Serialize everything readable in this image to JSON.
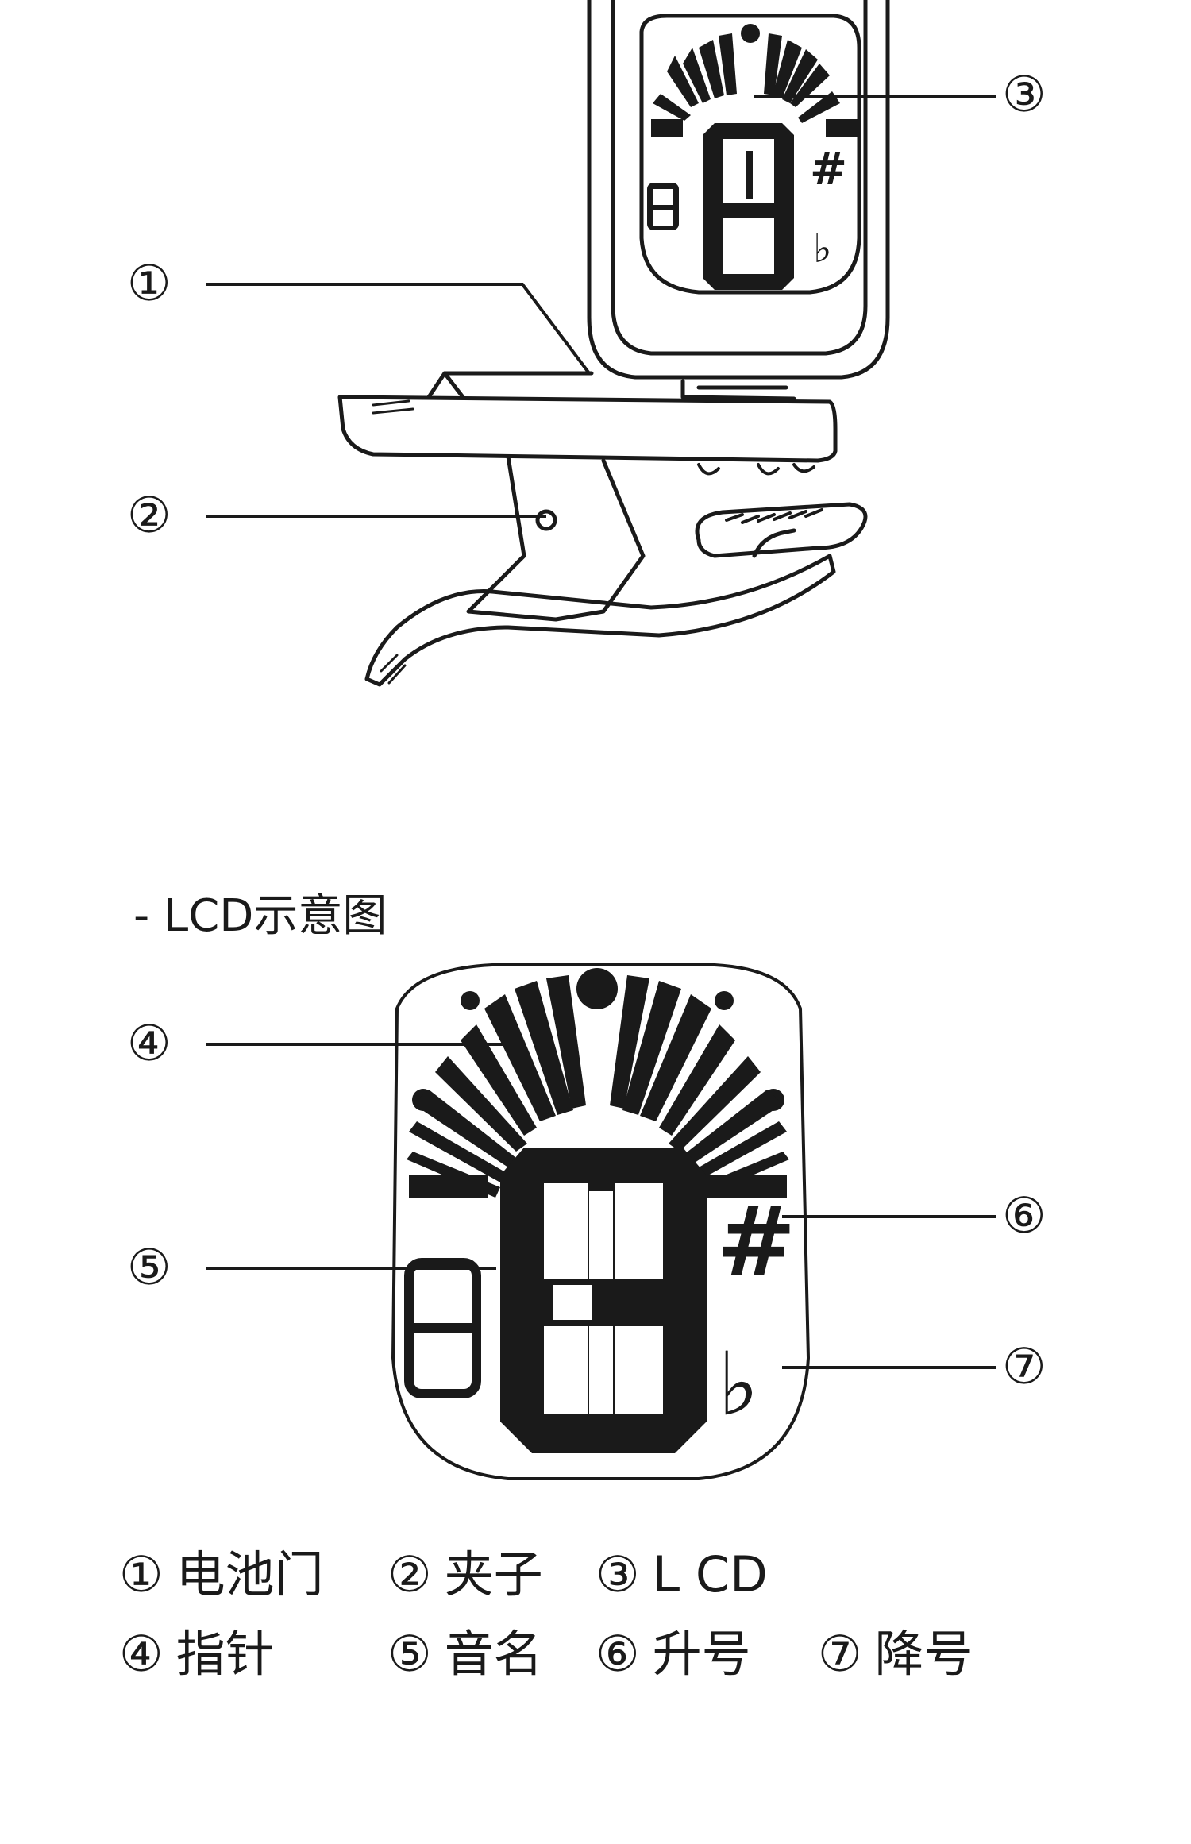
{
  "diagram": {
    "callouts_top": [
      "①",
      "②",
      "③"
    ],
    "section_title": "- LCD示意图",
    "callouts_lcd": [
      "④",
      "⑤",
      "⑥",
      "⑦"
    ],
    "lcd_symbols": {
      "sharp": "#",
      "flat": "♭"
    }
  },
  "legend": [
    {
      "num": "①",
      "text": "电池门"
    },
    {
      "num": "②",
      "text": "夹子"
    },
    {
      "num": "③",
      "text": "L CD"
    },
    {
      "num": "④",
      "text": "指针"
    },
    {
      "num": "⑤",
      "text": "音名"
    },
    {
      "num": "⑥",
      "text": "升号"
    },
    {
      "num": "⑦",
      "text": "降号"
    }
  ]
}
